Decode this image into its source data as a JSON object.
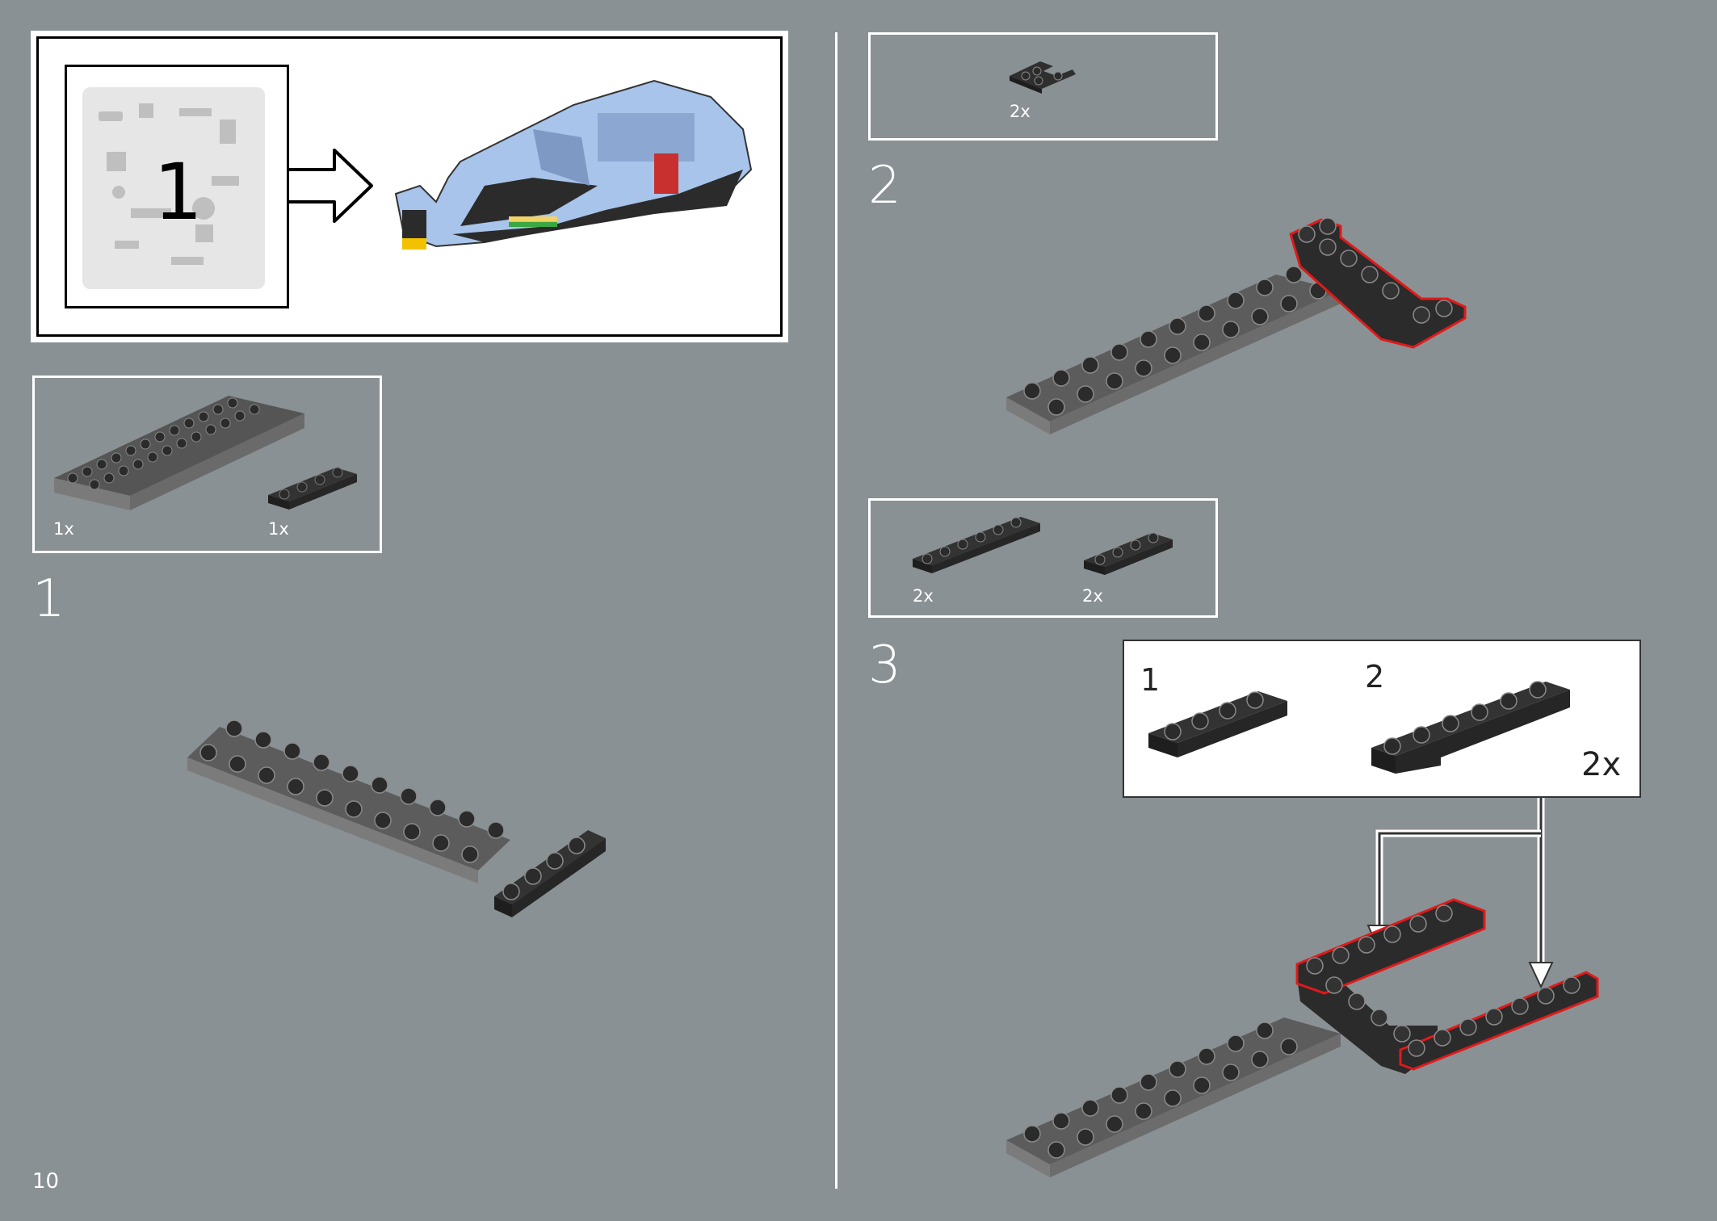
{
  "page_number": "10",
  "bag": {
    "number": "1"
  },
  "steps": [
    {
      "number": "1",
      "parts": [
        {
          "qty": "1x",
          "name": "plate-2x12-dark-grey"
        },
        {
          "qty": "1x",
          "name": "plate-1x4-black"
        }
      ]
    },
    {
      "number": "2",
      "parts": [
        {
          "qty": "2x",
          "name": "plate-2x2-corner-black"
        }
      ]
    },
    {
      "number": "3",
      "parts": [
        {
          "qty": "2x",
          "name": "plate-1x6-black"
        },
        {
          "qty": "2x",
          "name": "plate-1x4-black"
        }
      ],
      "subassembly": {
        "sub1": "1",
        "sub2": "2",
        "qty": "2x"
      }
    }
  ],
  "colors": {
    "background": "#8a9194",
    "frame": "#ffffff",
    "highlight": "#e01a1a",
    "brick_black": "#2b2b2b",
    "brick_grey": "#6e6e6e",
    "model_blue": "#a8c4ea"
  }
}
